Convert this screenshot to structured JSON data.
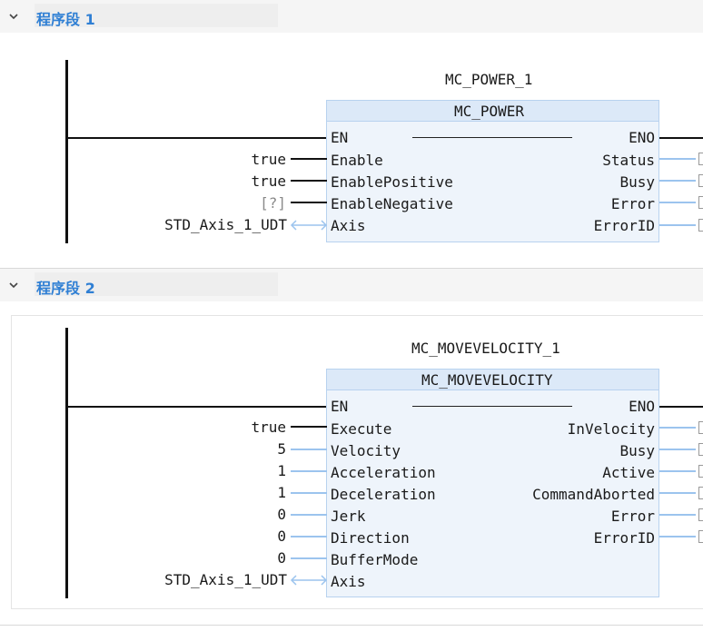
{
  "segments": [
    {
      "title": "程序段 1",
      "instance": "MC_POWER_1",
      "block_type": "MC_POWER",
      "en": "EN",
      "eno": "ENO",
      "inputs": [
        {
          "name": "Enable",
          "value": "true"
        },
        {
          "name": "EnablePositive",
          "value": "true"
        },
        {
          "name": "EnableNegative",
          "value": "[?]"
        },
        {
          "name": "Axis",
          "value": "STD_Axis_1_UDT"
        }
      ],
      "outputs": [
        "Status",
        "Busy",
        "Error",
        "ErrorID"
      ]
    },
    {
      "title": "程序段 2",
      "instance": "MC_MOVEVELOCITY_1",
      "block_type": "MC_MOVEVELOCITY",
      "en": "EN",
      "eno": "ENO",
      "inputs": [
        {
          "name": "Execute",
          "value": "true"
        },
        {
          "name": "Velocity",
          "value": "5"
        },
        {
          "name": "Acceleration",
          "value": "1"
        },
        {
          "name": "Deceleration",
          "value": "1"
        },
        {
          "name": "Jerk",
          "value": "0"
        },
        {
          "name": "Direction",
          "value": "0"
        },
        {
          "name": "BufferMode",
          "value": "0"
        },
        {
          "name": "Axis",
          "value": "STD_Axis_1_UDT"
        }
      ],
      "outputs": [
        "InVelocity",
        "Busy",
        "Active",
        "CommandAborted",
        "Error",
        "ErrorID"
      ]
    }
  ],
  "icons": {
    "collapse": "chevron-down-icon",
    "axis_link": "double-arrow-icon"
  },
  "colors": {
    "header_text": "#2f7fd4",
    "block_fill": "#eef4fb",
    "block_border": "#b8d2ef",
    "bool_wire": "#111111",
    "param_wire": "#9cc4ee",
    "unassigned_text": "#8a8a8a"
  }
}
